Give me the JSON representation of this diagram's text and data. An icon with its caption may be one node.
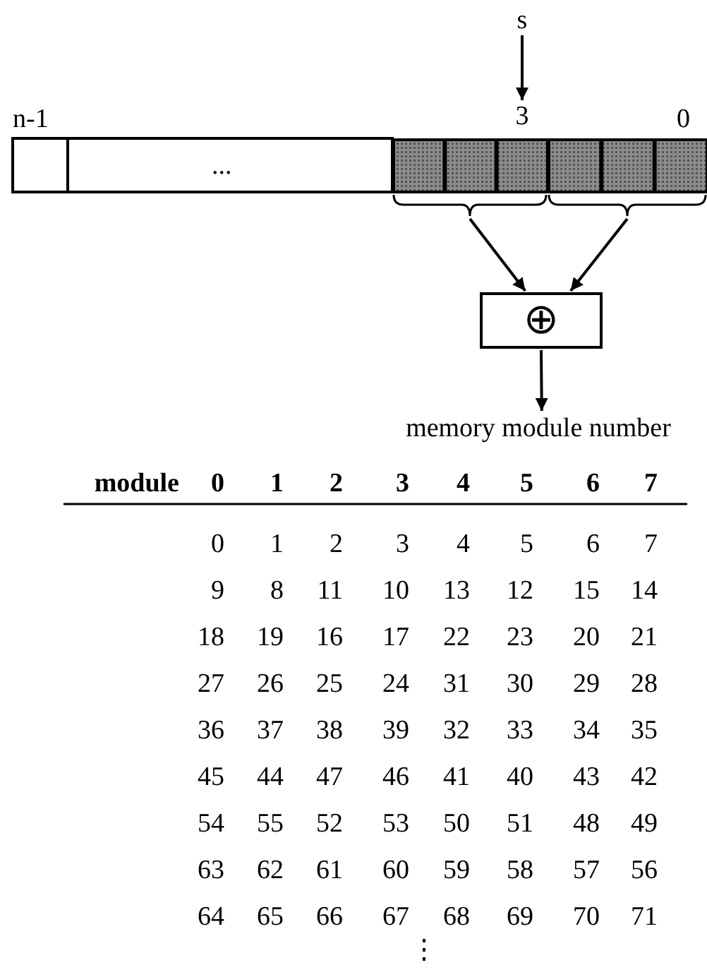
{
  "diagram": {
    "nodes": [
      {
        "text": [
          "s"
        ]
      },
      {
        "text": [
          "3"
        ]
      },
      {
        "text": [],
        "shape": "box"
      },
      {
        "text": [],
        "shape": "box"
      },
      {
        "text": [
          "⊕"
        ]
      },
      {
        "text": [
          "memory module number"
        ]
      }
    ],
    "edges": [
      {
        "from": 0,
        "to": 1,
        "arrow": "to"
      },
      {
        "from": 2,
        "to": 4,
        "arrow": "to"
      },
      {
        "from": 3,
        "to": 4,
        "arrow": "to"
      },
      {
        "from": 4,
        "to": 5,
        "arrow": "to"
      }
    ],
    "labels": [
      "n-1",
      "0",
      "...",
      "module",
      "0",
      "1",
      "2",
      "3",
      "4",
      "5",
      "6",
      "7",
      "0",
      "1",
      "2",
      "3",
      "4",
      "5",
      "6",
      "7",
      "9",
      "8",
      "11",
      "10",
      "13",
      "12",
      "15",
      "14",
      "18",
      "19",
      "16",
      "17",
      "22",
      "23",
      "20",
      "21",
      "27",
      "26",
      "25",
      "24",
      "31",
      "30",
      "29",
      "28",
      "36",
      "37",
      "38",
      "39",
      "32",
      "33",
      "34",
      "35",
      "45",
      "44",
      "47",
      "46",
      "41",
      "40",
      "43",
      "42",
      "54",
      "55",
      "52",
      "53",
      "50",
      "51",
      "48",
      "49",
      "63",
      "62",
      "61",
      "60",
      "59",
      "58",
      "57",
      "56",
      "64",
      "65",
      "66",
      "67",
      "68",
      "69",
      "70",
      "71",
      "⋮"
    ]
  }
}
